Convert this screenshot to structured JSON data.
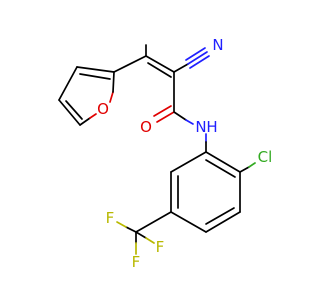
{
  "atoms": {
    "n_nitrile": {
      "label": "N",
      "color": "#2020ff"
    },
    "o_furan": {
      "label": "O",
      "color": "#e00000"
    },
    "o_carbonyl": {
      "label": "O",
      "color": "#e00000"
    },
    "n_amide": {
      "label": "N",
      "color": "#2020ff"
    },
    "h_amide": {
      "label": "H",
      "color": "#2020ff"
    },
    "cl": {
      "label": "Cl",
      "color": "#33aa22"
    },
    "f1": {
      "label": "F",
      "color": "#b8b800"
    },
    "f2": {
      "label": "F",
      "color": "#b8b800"
    },
    "f3": {
      "label": "F",
      "color": "#b8b800"
    }
  }
}
